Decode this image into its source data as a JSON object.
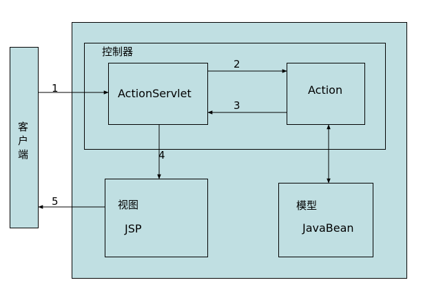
{
  "client": {
    "chars": [
      "客",
      "户",
      "端"
    ]
  },
  "server": {
    "controller": {
      "title": "控制器"
    },
    "action_servlet": {
      "label": "ActionServlet"
    },
    "action": {
      "label": "Action"
    },
    "view": {
      "title": "视图",
      "label": "JSP"
    },
    "model": {
      "title": "模型",
      "label": "JavaBean"
    }
  },
  "steps": [
    "1",
    "2",
    "3",
    "4",
    "5"
  ],
  "colors": {
    "box_fill": "#c0dfe2",
    "stroke": "#000000"
  }
}
